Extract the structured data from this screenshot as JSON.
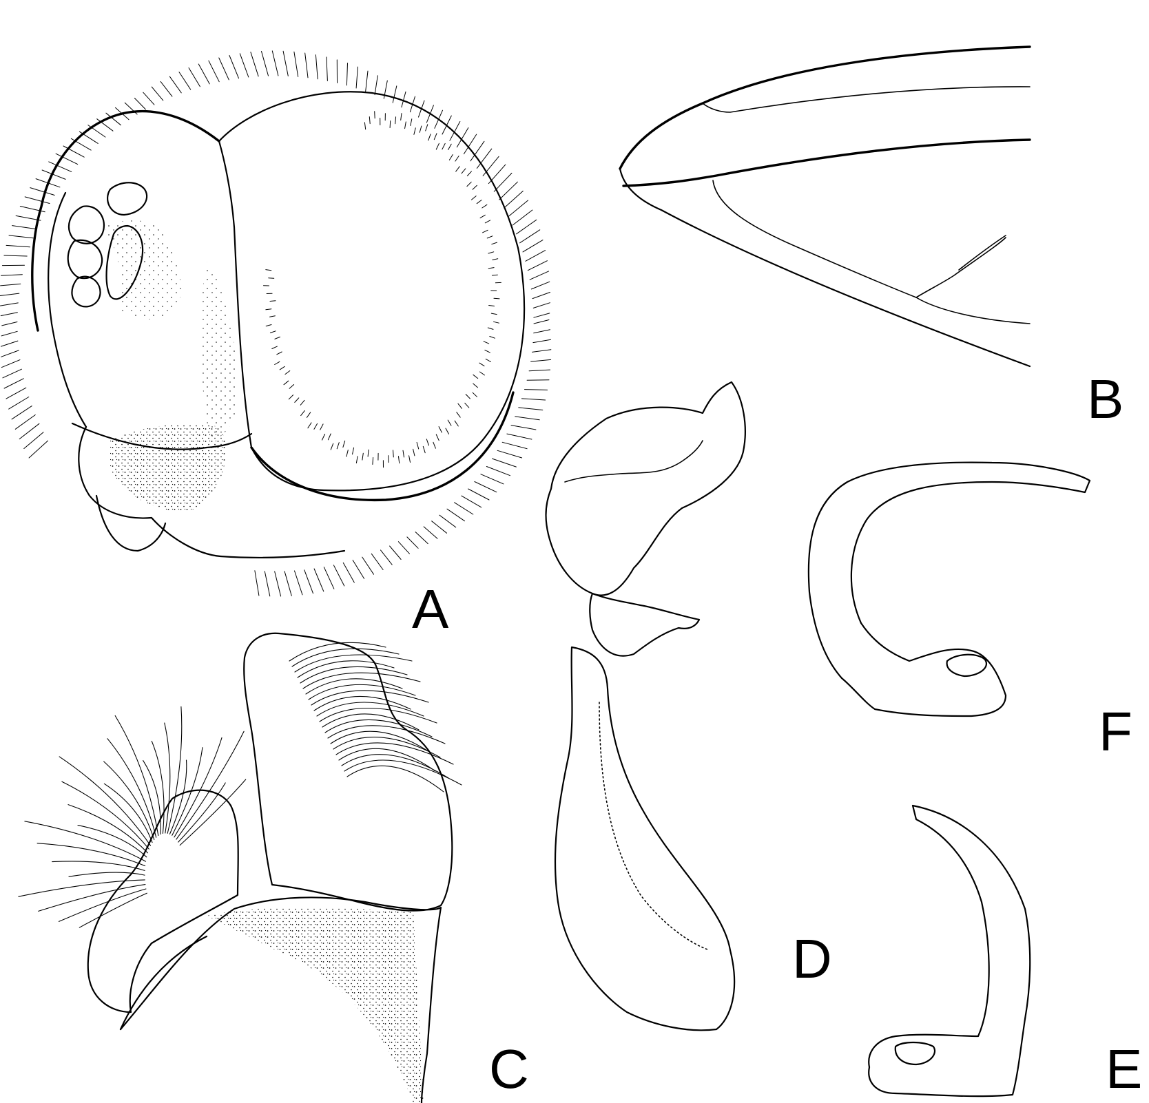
{
  "figure": {
    "panels": [
      {
        "id": "A",
        "label": "A",
        "subject": "head-lateral"
      },
      {
        "id": "B",
        "label": "B",
        "subject": "wing-apex"
      },
      {
        "id": "C",
        "label": "C",
        "subject": "genitalia-lateral"
      },
      {
        "id": "D",
        "label": "D",
        "subject": "aedeagal-complex"
      },
      {
        "id": "E",
        "label": "E",
        "subject": "hook-structure-1"
      },
      {
        "id": "F",
        "label": "F",
        "subject": "hook-structure-2"
      }
    ]
  },
  "style": {
    "background": "#ffffff",
    "ink": "#000000"
  }
}
